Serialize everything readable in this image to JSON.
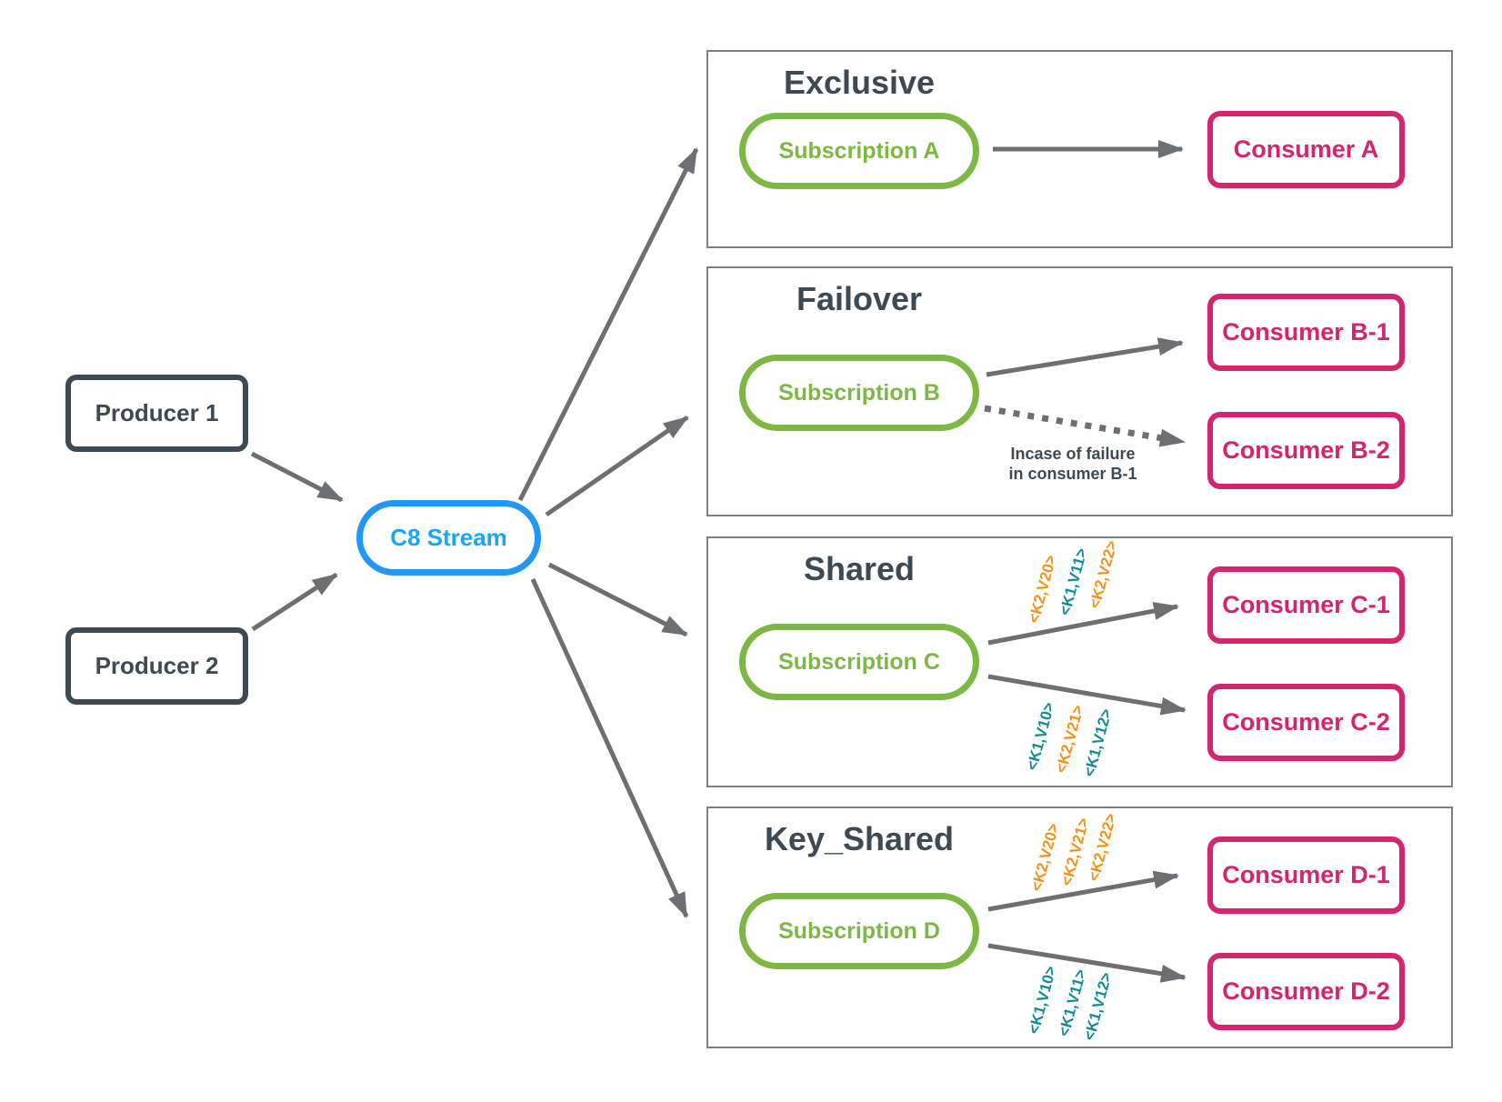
{
  "colors": {
    "producer_border": "#3d4a53",
    "title_text": "#3d4a53",
    "arrow_gray": "#6e6f71",
    "panel_border": "#7f7f7f",
    "subscription_green": "#7cb843",
    "consumer_pink": "#d4256e",
    "stream_border_blue": "#2397f4",
    "stream_text_blue": "#1ba5f5",
    "message_orange": "#f3921c",
    "message_teal": "#128b94"
  },
  "producers": [
    {
      "label": "Producer 1"
    },
    {
      "label": "Producer 2"
    }
  ],
  "stream": {
    "label": "C8 Stream"
  },
  "panels": [
    {
      "title": "Exclusive",
      "subscription": "Subscription A",
      "consumers": [
        "Consumer A"
      ]
    },
    {
      "title": "Failover",
      "subscription": "Subscription B",
      "consumers": [
        "Consumer B-1",
        "Consumer B-2"
      ],
      "note": {
        "line1": "Incase of failure",
        "line2": "in consumer B-1"
      }
    },
    {
      "title": "Shared",
      "subscription": "Subscription C",
      "consumers": [
        "Consumer C-1",
        "Consumer C-2"
      ],
      "messages_to_first": [
        {
          "text": "<K2,V20>",
          "color": "orange"
        },
        {
          "text": "<K1,V11>",
          "color": "teal"
        },
        {
          "text": "<K2,V22>",
          "color": "orange"
        }
      ],
      "messages_to_second": [
        {
          "text": "<K1,V10>",
          "color": "teal"
        },
        {
          "text": "<K2,V21>",
          "color": "orange"
        },
        {
          "text": "<K1,V12>",
          "color": "teal"
        }
      ]
    },
    {
      "title": "Key_Shared",
      "subscription": "Subscription D",
      "consumers": [
        "Consumer D-1",
        "Consumer D-2"
      ],
      "messages_to_first": [
        {
          "text": "<K2,V20>",
          "color": "orange"
        },
        {
          "text": "<K2,V21>",
          "color": "orange"
        },
        {
          "text": "<K2,V22>",
          "color": "orange"
        }
      ],
      "messages_to_second": [
        {
          "text": "<K1,V10>",
          "color": "teal"
        },
        {
          "text": "<K1,V11>",
          "color": "teal"
        },
        {
          "text": "<K1,V12>",
          "color": "teal"
        }
      ]
    }
  ]
}
